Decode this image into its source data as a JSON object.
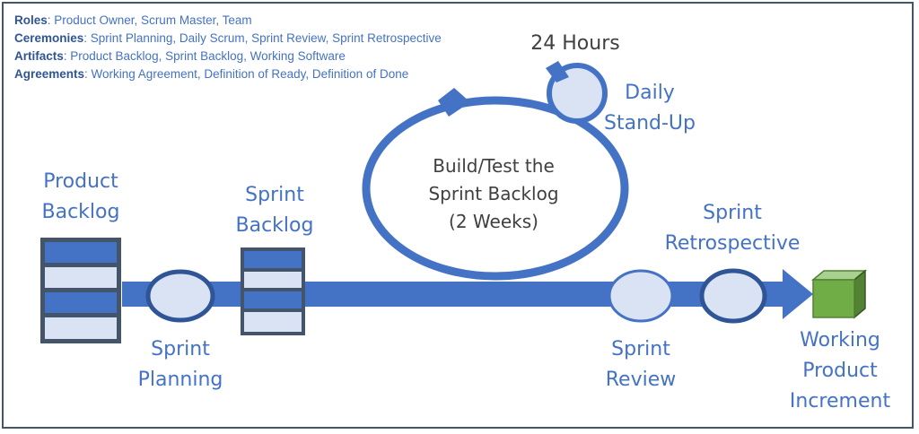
{
  "legend": {
    "roles": {
      "key": "Roles",
      "value": ": Product Owner, Scrum Master, Team"
    },
    "ceremonies": {
      "key": "Ceremonies",
      "value": ": Sprint Planning, Daily Scrum, Sprint Review, Sprint Retrospective"
    },
    "artifacts": {
      "key": "Artifacts",
      "value": ": Product Backlog, Sprint Backlog, Working Software"
    },
    "agreements": {
      "key": "Agreements",
      "value": ": Working Agreement, Definition of Ready, Definition of Done"
    }
  },
  "labels": {
    "product_backlog": [
      "Product",
      "Backlog"
    ],
    "sprint_backlog": [
      "Sprint",
      "Backlog"
    ],
    "sprint_planning": [
      "Sprint",
      "Planning"
    ],
    "build_test": [
      "Build/Test the",
      "Sprint Backlog",
      "(2 Weeks)"
    ],
    "hours": "24 Hours",
    "daily_standup": [
      "Daily",
      "Stand-Up"
    ],
    "sprint_review": [
      "Sprint",
      "Review"
    ],
    "sprint_retrospective": [
      "Sprint",
      "Retrospective"
    ],
    "working_product": [
      "Working",
      "Product",
      "Increment"
    ]
  },
  "colors": {
    "blue": "#4472c4",
    "dark_blue": "#2f5597",
    "light_fill": "#dae3f3",
    "text_dark": "#404040",
    "green": "#70ad47",
    "green_dark": "#548235"
  }
}
